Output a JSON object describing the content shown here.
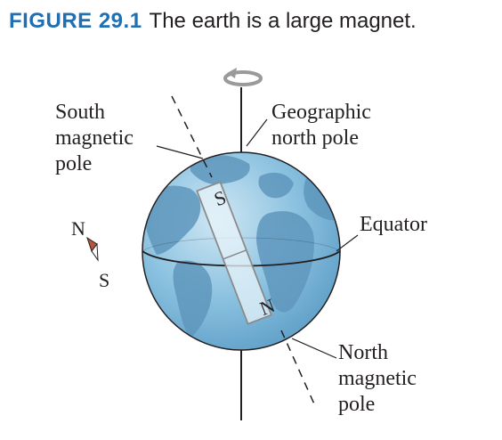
{
  "figure": {
    "number": "FIGURE 29.1",
    "title": "The earth is a large magnet."
  },
  "labels": {
    "south_magnetic_pole": [
      "South",
      "magnetic",
      "pole"
    ],
    "geographic_north_pole": [
      "Geographic",
      "north pole"
    ],
    "equator": "Equator",
    "north_magnetic_pole": [
      "North",
      "magnetic",
      "pole"
    ]
  },
  "compass": {
    "north": "N",
    "south": "S"
  },
  "bar_magnet": {
    "top_pole": "S",
    "bottom_pole": "N"
  },
  "colors": {
    "caption_accent": "#1f6fb2",
    "ocean": "#7fb9da",
    "land": "#5f97bd",
    "magnet_fill": "#e7f3fa",
    "compass_north": "#b3553f",
    "line": "#231f20"
  }
}
